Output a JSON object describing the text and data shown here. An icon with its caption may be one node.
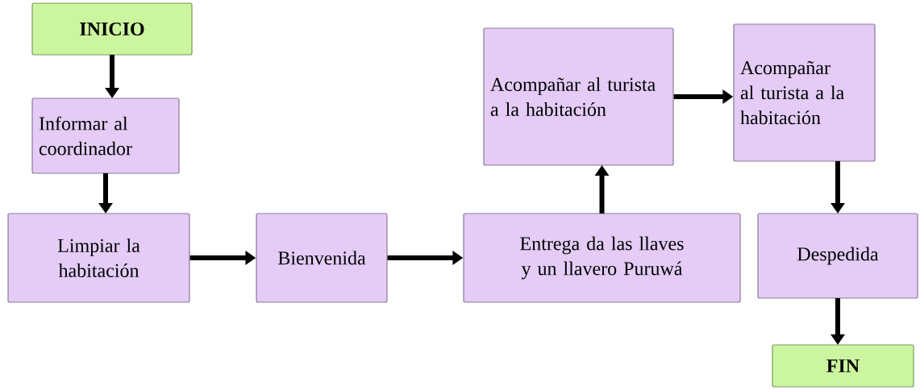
{
  "diagram": {
    "nodes": [
      {
        "text": [
          "INICIO"
        ]
      },
      {
        "text": [
          "Informar al coordinador"
        ]
      },
      {
        "text": [
          "Limpiar la habitación"
        ]
      },
      {
        "text": [
          "Bienvenida"
        ]
      },
      {
        "text": [
          "Entrega da las llaves y un llavero Puruwá"
        ]
      },
      {
        "text": [
          "Acompañar al turista a la habitación"
        ]
      },
      {
        "text": [
          "Acompañar al turista a la habitación"
        ]
      },
      {
        "text": [
          "Despedida"
        ]
      },
      {
        "text": [
          "FIN"
        ]
      }
    ],
    "edges": [
      {
        "from": 0,
        "to": 1,
        "arrow": "to"
      },
      {
        "from": 1,
        "to": 2,
        "arrow": "to"
      },
      {
        "from": 2,
        "to": 3,
        "arrow": "to"
      },
      {
        "from": 3,
        "to": 4,
        "arrow": "to"
      },
      {
        "from": 4,
        "to": 5,
        "arrow": "to"
      },
      {
        "from": 5,
        "to": 6,
        "arrow": "to"
      },
      {
        "from": 6,
        "to": 7,
        "arrow": "to"
      },
      {
        "from": 7,
        "to": 8,
        "arrow": "to"
      }
    ]
  }
}
